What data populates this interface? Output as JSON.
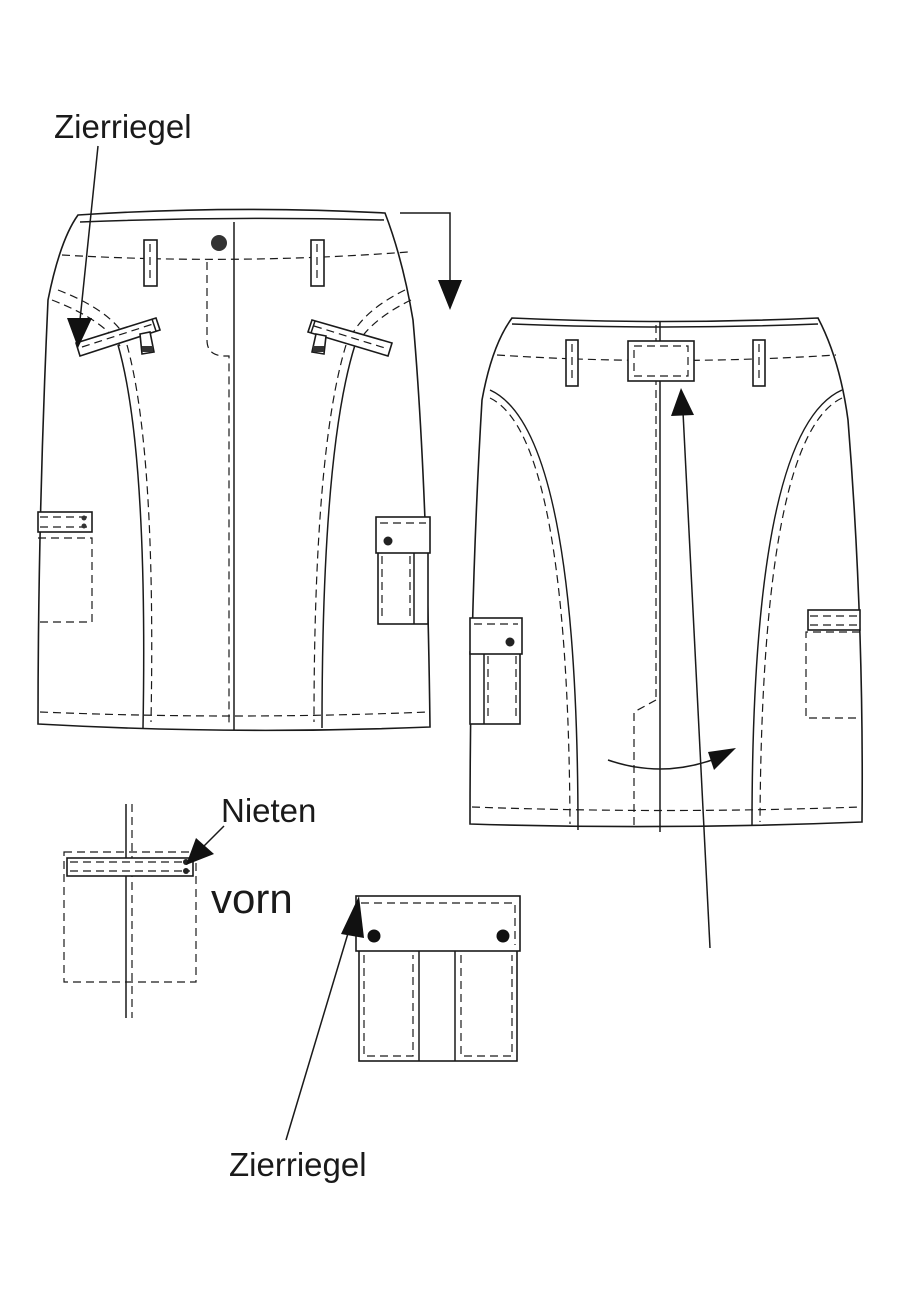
{
  "labels": {
    "zierriegel_top": "Zierriegel",
    "nieten": "Nieten",
    "vorn": "vorn",
    "zierriegel_bottom": "Zierriegel"
  },
  "colors": {
    "line": "#1a1a1a",
    "background": "#ffffff"
  }
}
